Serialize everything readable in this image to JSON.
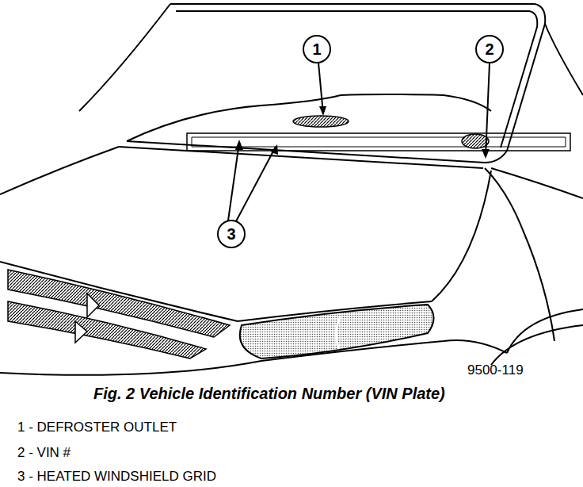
{
  "diagram": {
    "caption": "Fig. 2 Vehicle Identification Number (VIN Plate)",
    "labels": [
      "1",
      "2",
      "3",
      "9500-119",
      "1 - DEFROSTER OUTLET",
      "2 - VIN #",
      "3 - HEATED WINDSHIELD GRID"
    ]
  }
}
